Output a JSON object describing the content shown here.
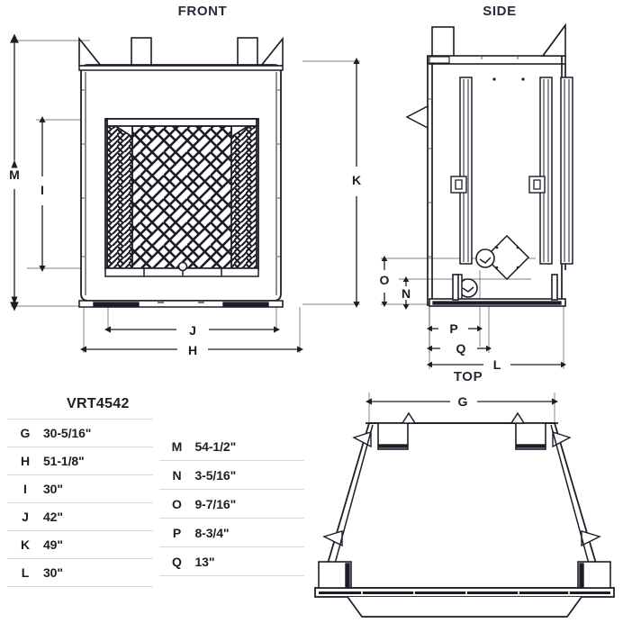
{
  "views": {
    "front": {
      "title": "FRONT"
    },
    "side": {
      "title": "SIDE"
    },
    "top": {
      "title": "TOP"
    }
  },
  "dimension_labels": {
    "front": [
      "M",
      "I",
      "K",
      "J",
      "H"
    ],
    "side": [
      "O",
      "N",
      "P",
      "Q",
      "L"
    ],
    "top": [
      "G"
    ],
    "M": "M",
    "I": "I",
    "K": "K",
    "J": "J",
    "H": "H",
    "O": "O",
    "N": "N",
    "P": "P",
    "Q": "Q",
    "L": "L",
    "G": "G"
  },
  "specs": {
    "model": "VRT4542",
    "left_column": [
      {
        "key": "G",
        "value": "30-5/16\""
      },
      {
        "key": "H",
        "value": "51-1/8\""
      },
      {
        "key": "I",
        "value": "30\""
      },
      {
        "key": "J",
        "value": "42\""
      },
      {
        "key": "K",
        "value": "49\""
      },
      {
        "key": "L",
        "value": "30\""
      }
    ],
    "right_column": [
      {
        "key": "M",
        "value": "54-1/2\""
      },
      {
        "key": "N",
        "value": "3-5/16\""
      },
      {
        "key": "O",
        "value": "9-7/16\""
      },
      {
        "key": "P",
        "value": "8-3/4\""
      },
      {
        "key": "Q",
        "value": "13\""
      }
    ]
  },
  "colors": {
    "line": "#1d1d28",
    "title": "#2a2a3a",
    "rule": "#d9d9d9",
    "background": "#ffffff"
  }
}
